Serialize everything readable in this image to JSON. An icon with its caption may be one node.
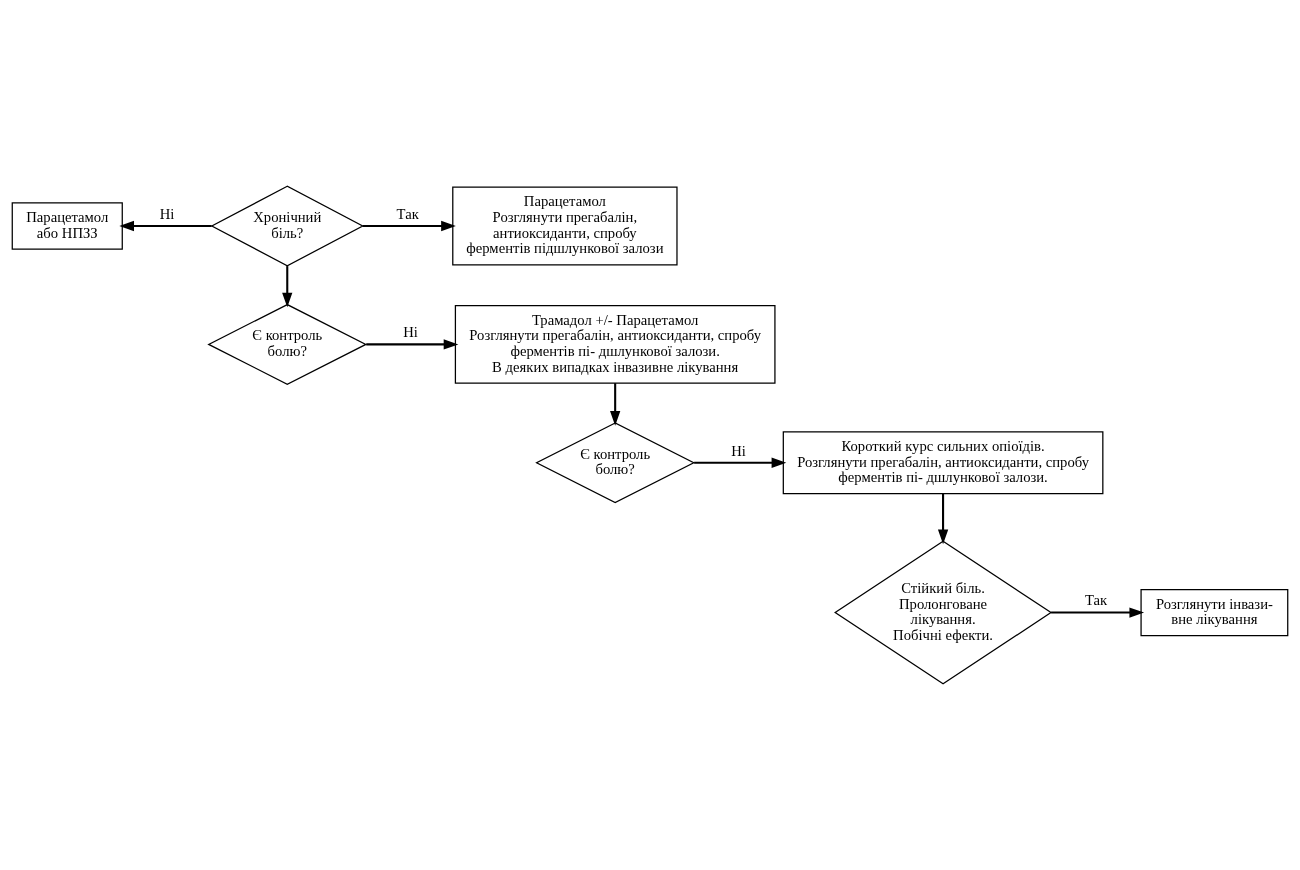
{
  "diagram": {
    "nodes": [
      {
        "text": [
          "Парацетамол або НПЗЗ"
        ]
      },
      {
        "text": [
          "Хронічний біль?"
        ]
      },
      {
        "text": [
          "Парацетамол",
          "Розглянути прегабалін, антиоксиданти, спробу ферментів підшлункової залози"
        ]
      },
      {
        "text": [
          "Є контроль болю?"
        ]
      },
      {
        "text": [
          "Трамадол +/- Парацетамол",
          "Розглянути прегабалін, антиоксиданти, спробу ферментів пі- дшлункової залози.",
          "В деяких випадках інвазивне лікування"
        ]
      },
      {
        "text": [
          "Є контроль болю?"
        ]
      },
      {
        "text": [
          "Короткий курс сильних опіоїдів.",
          "Розглянути прегабалін, антиоксиданти, спробу ферментів пі- дшлункової залози."
        ]
      },
      {
        "text": [
          "Стійкий біль. Пролонговане лікування. Побічні ефекти."
        ]
      },
      {
        "text": [
          "Розглянути інвази- вне лікування"
        ]
      }
    ],
    "edges": [
      {
        "from": 1,
        "to": 0,
        "arrow": "to",
        "label": "Ні"
      },
      {
        "from": 1,
        "to": 2,
        "arrow": "to",
        "label": "Так"
      },
      {
        "from": 1,
        "to": 3,
        "arrow": "to"
      },
      {
        "from": 3,
        "to": 4,
        "arrow": "to",
        "label": "Ні"
      },
      {
        "from": 4,
        "to": 5,
        "arrow": "to"
      },
      {
        "from": 5,
        "to": 6,
        "arrow": "to",
        "label": "Ні"
      },
      {
        "from": 6,
        "to": 7,
        "arrow": "to"
      },
      {
        "from": 7,
        "to": 8,
        "arrow": "to",
        "label": "Так"
      }
    ]
  }
}
